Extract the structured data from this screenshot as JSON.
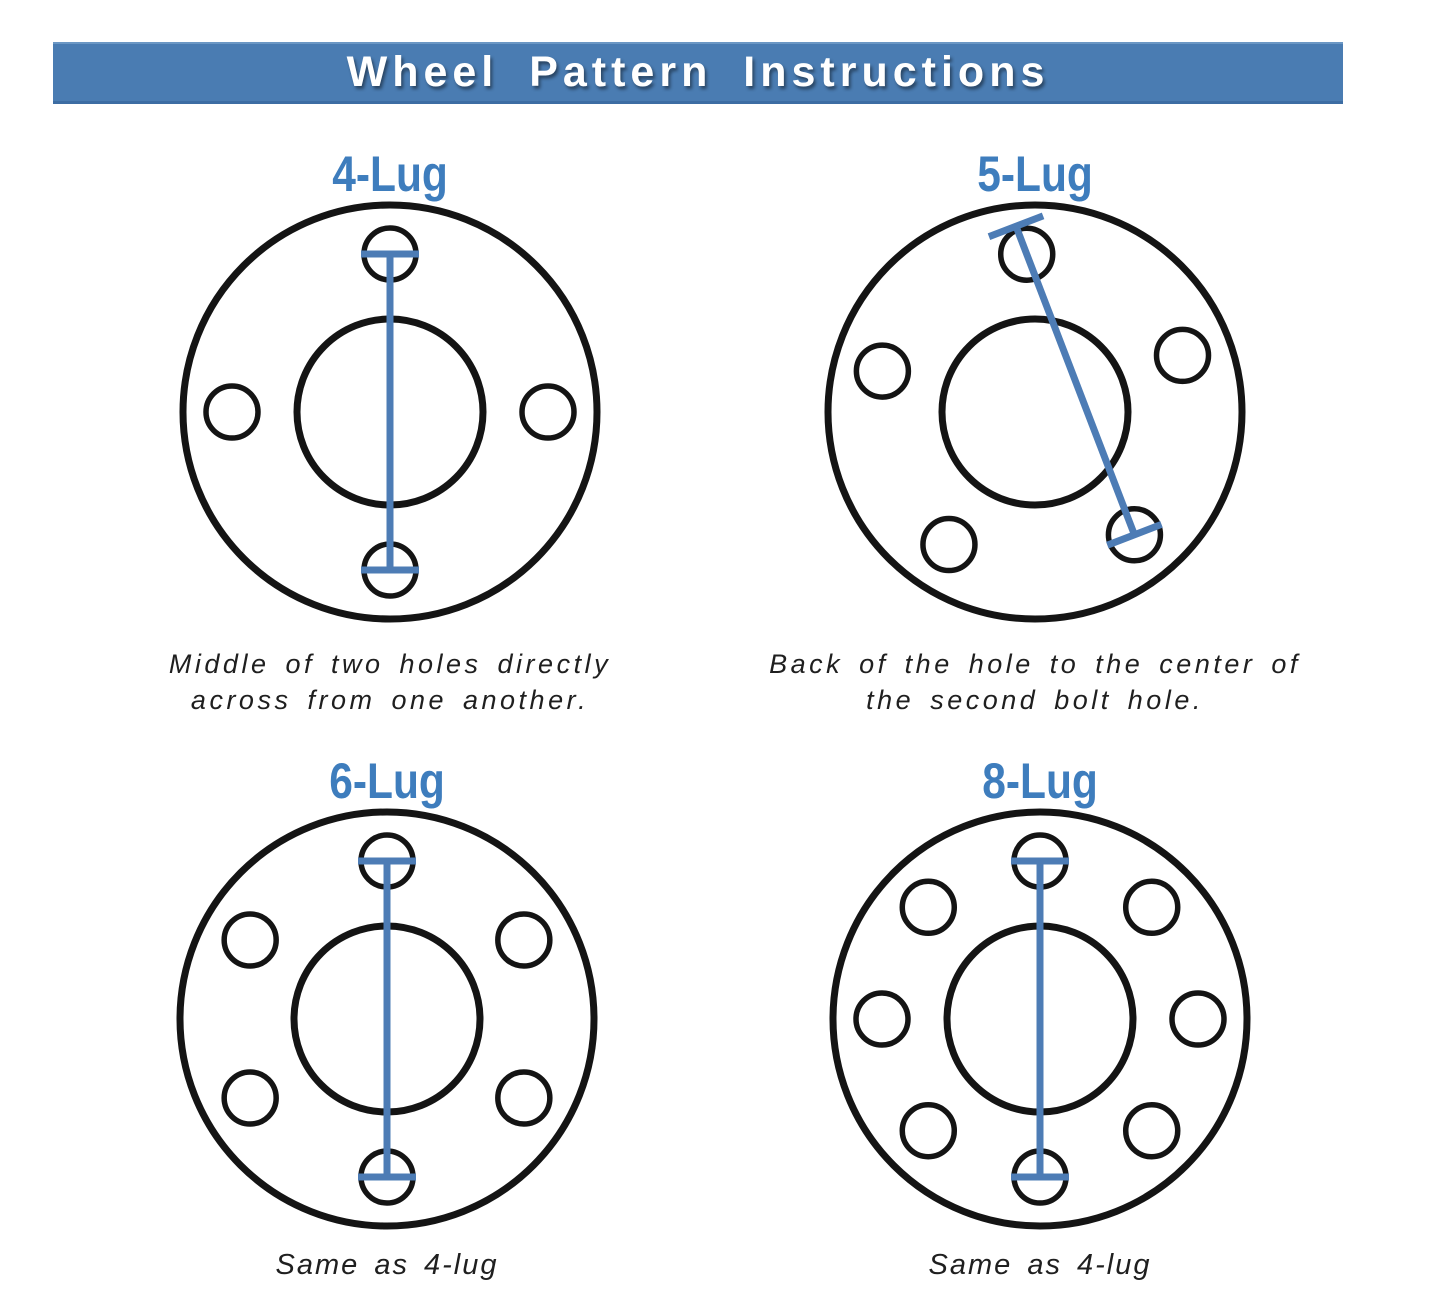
{
  "header": {
    "title": "Wheel Pattern Instructions"
  },
  "colors": {
    "bar_background": "#4a7cb2",
    "bar_border_bottom": "#3d6da3",
    "title_text": "#ffffff",
    "outline": "#141414",
    "measure_line": "#4d7cb5",
    "label_blue": "#3e7dbd",
    "caption_text": "#1f1f1f",
    "background": "#ffffff"
  },
  "geometry": {
    "svg_size": 440,
    "outer_radius": 207,
    "inner_radius": 93,
    "bolt_circle_radius": 158,
    "hole_radius": 26,
    "outline_stroke": 7,
    "inner_stroke": 7,
    "hole_stroke": 5.5,
    "line_stroke": 7,
    "tick_half_length": 29
  },
  "wheels": [
    {
      "id": "4-lug",
      "label": "4-Lug",
      "caption": "Middle of two holes directly\nacross from one another.",
      "holes_deg": [
        90,
        180,
        270,
        0
      ],
      "line": {
        "from_hole": 0,
        "from_anchor": "center",
        "to_hole": 2,
        "to_anchor": "center"
      }
    },
    {
      "id": "5-lug",
      "label": "5-Lug",
      "caption": "Back of the hole to the center of\nthe second bolt hole.",
      "holes_deg": [
        93,
        165,
        237,
        309,
        21
      ],
      "line": {
        "from_hole": 0,
        "from_anchor": "back",
        "to_hole": 3,
        "to_anchor": "center"
      }
    },
    {
      "id": "6-lug",
      "label": "6-Lug",
      "caption": "Same as 4-lug",
      "holes_deg": [
        90,
        150,
        210,
        270,
        330,
        30
      ],
      "line": {
        "from_hole": 0,
        "from_anchor": "center",
        "to_hole": 3,
        "to_anchor": "center"
      }
    },
    {
      "id": "8-lug",
      "label": "8-Lug",
      "caption": "Same as 4-lug",
      "holes_deg": [
        90,
        135,
        180,
        225,
        270,
        315,
        0,
        45
      ],
      "line": {
        "from_hole": 0,
        "from_anchor": "center",
        "to_hole": 4,
        "to_anchor": "center"
      }
    }
  ]
}
